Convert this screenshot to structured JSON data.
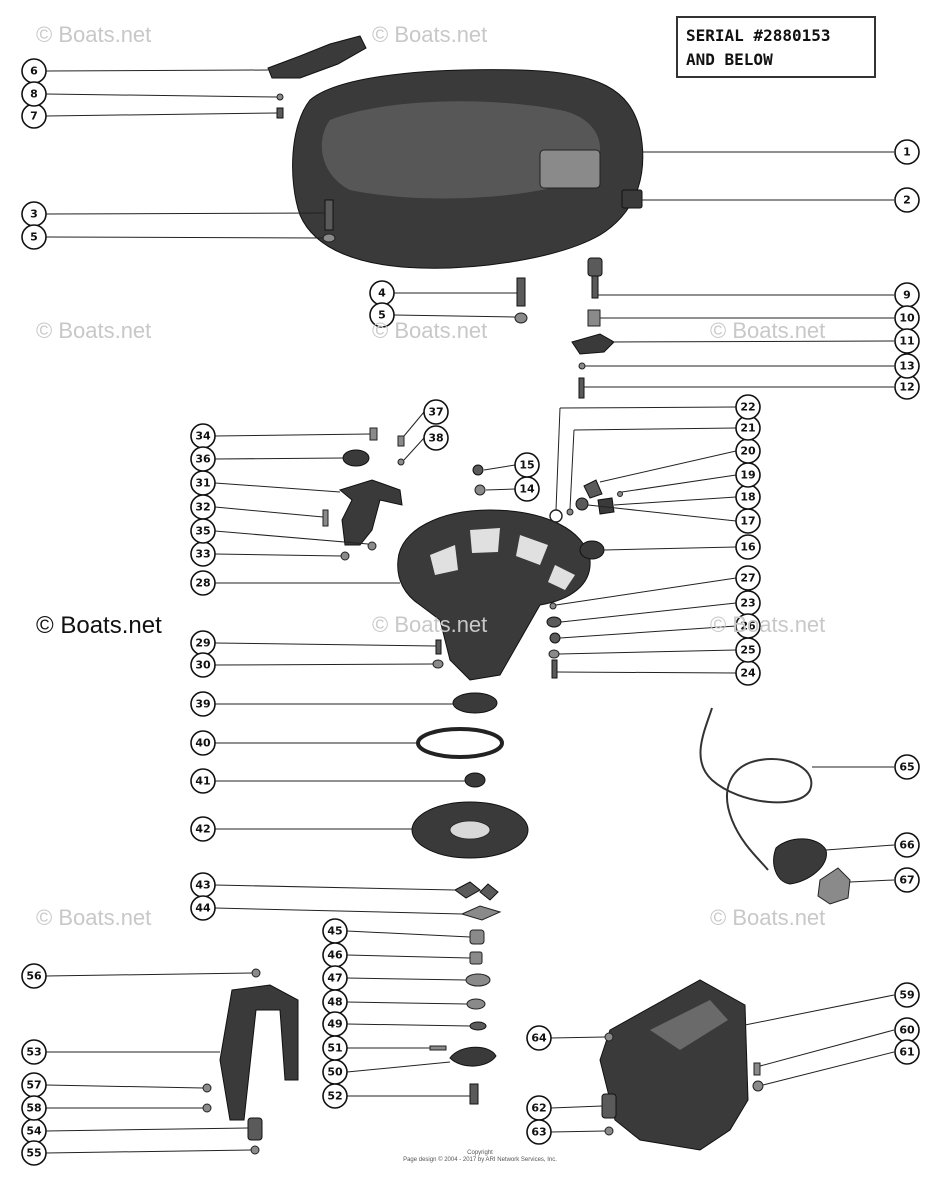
{
  "serial": {
    "line1": "SERIAL #2880153",
    "line2": "AND BELOW"
  },
  "watermarks": [
    "© Boats.net",
    "© Boats.net",
    "© Boats.net",
    "© Boats.net",
    "© Boats.net",
    "© Boats.net",
    "© Boats.net",
    "© Boats.net",
    "© Boats.net"
  ],
  "watermark_strong": "© Boats.net",
  "footer": {
    "line1": "Copyright",
    "line2": "Page design © 2004 - 2017 by ARI Network Services, Inc."
  },
  "callouts": [
    "1",
    "2",
    "3",
    "4",
    "5",
    "5",
    "6",
    "7",
    "8",
    "9",
    "10",
    "11",
    "12",
    "13",
    "14",
    "15",
    "16",
    "17",
    "18",
    "19",
    "20",
    "21",
    "22",
    "23",
    "24",
    "25",
    "26",
    "27",
    "28",
    "29",
    "30",
    "31",
    "32",
    "33",
    "34",
    "35",
    "36",
    "37",
    "38",
    "39",
    "40",
    "41",
    "42",
    "43",
    "44",
    "45",
    "46",
    "47",
    "48",
    "49",
    "50",
    "51",
    "52",
    "53",
    "54",
    "55",
    "56",
    "57",
    "58",
    "59",
    "60",
    "61",
    "62",
    "63",
    "64",
    "65",
    "66",
    "67"
  ]
}
